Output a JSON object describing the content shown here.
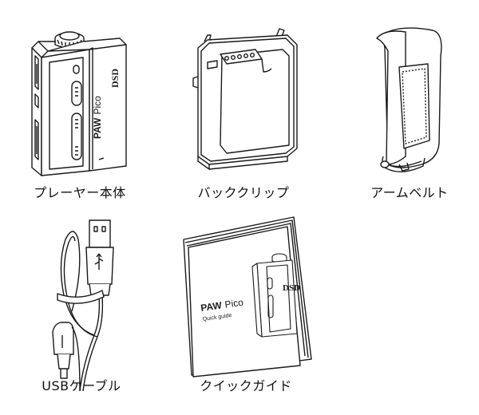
{
  "items": [
    {
      "label": "プレーヤー本体",
      "icon": "player-body-icon",
      "device_text": {
        "brand": "PAW",
        "model": "Pico",
        "badge": "DSD"
      }
    },
    {
      "label": "バッククリップ",
      "icon": "back-clip-icon"
    },
    {
      "label": "アームベルト",
      "icon": "arm-belt-icon"
    },
    {
      "label": "USBケーブル",
      "icon": "usb-cable-icon"
    },
    {
      "label": "クイックガイド",
      "icon": "quick-guide-icon",
      "guide_text": {
        "brand": "PAW",
        "model": "Pico",
        "subtitle": "Quick guide",
        "badge": "DSD"
      }
    }
  ],
  "colors": {
    "line": "#1a1a1a",
    "background": "#ffffff"
  }
}
